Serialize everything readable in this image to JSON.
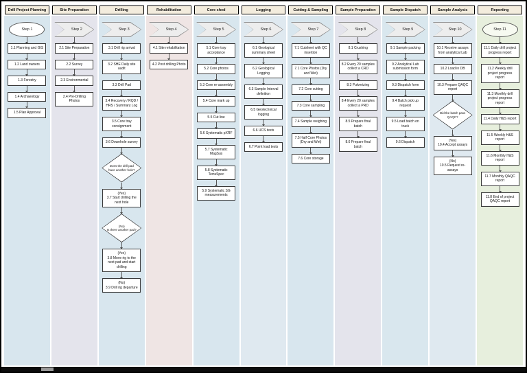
{
  "theme": {
    "frame_color": "#000000",
    "header_bg": "#f3ecdd",
    "header_border": "#000000",
    "node_bg": "#ffffff",
    "node_border": "#3a3a3a",
    "chevron_fill": "#ededed",
    "chevron_border": "#8f8f8f",
    "diamond_border": "#333333",
    "connector_color": "#555555"
  },
  "lanes": [
    {
      "title": "Drill Project Planning",
      "bg": "#d8e6ee",
      "step": {
        "label": "Step 1",
        "shape": "oval",
        "bg": "#ffffff"
      },
      "items": [
        {
          "shape": "box",
          "label": "1.1 Planning and GIS"
        },
        {
          "shape": "box",
          "label": "1.2 Land owners"
        },
        {
          "shape": "box",
          "label": "1.3 Forestry"
        },
        {
          "shape": "box",
          "label": "1.4 Archaeology"
        },
        {
          "shape": "box",
          "label": "1.5 Plan Approval"
        }
      ]
    },
    {
      "title": "Site Preparation",
      "bg": "#e4e4ec",
      "step": {
        "label": "Step 2",
        "shape": "chevron"
      },
      "items": [
        {
          "shape": "box",
          "label": "2.1 Site Preparation"
        },
        {
          "shape": "box",
          "label": "2.2 Survey"
        },
        {
          "shape": "box",
          "label": "2.3 Environmental"
        },
        {
          "shape": "box",
          "label": "2.4 Pre-Drilling Photos"
        }
      ]
    },
    {
      "title": "Drilling",
      "bg": "#d8e6ee",
      "step": {
        "label": "Step 3",
        "shape": "chevron"
      },
      "items": [
        {
          "shape": "box",
          "label": "3.1 Drill rig arrival"
        },
        {
          "shape": "box",
          "label": "3.2 SHE Daily site audit"
        },
        {
          "shape": "box",
          "label": "3.3 Drill Pad"
        },
        {
          "shape": "box",
          "label": "3.4 Recovery / RQD / HRS / Summary Log"
        },
        {
          "shape": "box",
          "label": "3.5 Core tray consignment"
        },
        {
          "shape": "box",
          "label": "3.6 Downhole survey"
        },
        {
          "shape": "diamond",
          "label": "Does the drill pad have another hole?"
        },
        {
          "shape": "box",
          "label": "(Yes)\n3.7 Start drilling the next hole"
        },
        {
          "shape": "diamond",
          "label": "(No)\nIs there another pad?"
        },
        {
          "shape": "box",
          "label": "(Yes)\n3.8 Move rig to the next pad and start drilling"
        },
        {
          "shape": "box",
          "label": "(No)\n3.9 Drill rig departure"
        }
      ]
    },
    {
      "title": "Rehabilitation",
      "bg": "#efe5e4",
      "step": {
        "label": "Step 4",
        "shape": "chevron"
      },
      "items": [
        {
          "shape": "box",
          "label": "4.1 Site rehabilitation"
        },
        {
          "shape": "box",
          "label": "4.2 Post drilling Photo"
        }
      ]
    },
    {
      "title": "Core shed",
      "bg": "#d8e6ee",
      "step": {
        "label": "Step 5",
        "shape": "chevron"
      },
      "items": [
        {
          "shape": "box",
          "label": "5.1 Core tray acceptance"
        },
        {
          "shape": "box",
          "label": "5.2 Core photos"
        },
        {
          "shape": "box",
          "label": "5.3 Core re-assembly"
        },
        {
          "shape": "box",
          "label": "5.4 Core mark up"
        },
        {
          "shape": "box",
          "label": "5.5 Cut line"
        },
        {
          "shape": "box",
          "label": "5.6 Systematic pXRF"
        },
        {
          "shape": "box",
          "label": "5.7 Systematic MagSus"
        },
        {
          "shape": "box",
          "label": "5.8 Systematic TerraSpec"
        },
        {
          "shape": "box",
          "label": "5.9 Systematic SG measurements"
        }
      ]
    },
    {
      "title": "Logging",
      "bg": "#dfe9f0",
      "step": {
        "label": "Step 6",
        "shape": "chevron"
      },
      "items": [
        {
          "shape": "box",
          "label": "6.1 Geological summary sheet"
        },
        {
          "shape": "box",
          "label": "6.2 Geological Logging"
        },
        {
          "shape": "box",
          "label": "6.3 Sample Interval definition"
        },
        {
          "shape": "box",
          "label": "6.5 Geotechnical logging"
        },
        {
          "shape": "box",
          "label": "6.6 UCS tests"
        },
        {
          "shape": "box",
          "label": "6.7 Point load tests"
        }
      ]
    },
    {
      "title": "Cutting & Sampling",
      "bg": "#d8e6ee",
      "step": {
        "label": "Step 7",
        "shape": "chevron"
      },
      "items": [
        {
          "shape": "box",
          "label": "7.1 Cutsheet with QC insertion"
        },
        {
          "shape": "box",
          "label": "7.1 Core Photos (Dry and Wet)"
        },
        {
          "shape": "box",
          "label": "7.2 Core cutting"
        },
        {
          "shape": "box",
          "label": "7.3 Core sampling"
        },
        {
          "shape": "box",
          "label": "7.4 Sample weighing"
        },
        {
          "shape": "box",
          "label": "7.5 Half Core Photos (Dry and Wet)"
        },
        {
          "shape": "box",
          "label": "7.6 Core storage"
        }
      ]
    },
    {
      "title": "Sample Preparation",
      "bg": "#e4e4ec",
      "step": {
        "label": "Step 8",
        "shape": "chevron"
      },
      "items": [
        {
          "shape": "box",
          "label": "8.1 Crushing"
        },
        {
          "shape": "box",
          "label": "8.2 Every 20 samples collect a CRD"
        },
        {
          "shape": "box",
          "label": "8.3 Pulverizing"
        },
        {
          "shape": "box",
          "label": "8.4 Every 20 samples collect a PRD"
        },
        {
          "shape": "box",
          "label": "8.5 Prepare final batch"
        },
        {
          "shape": "box",
          "label": "8.6 Prepare final batch"
        }
      ]
    },
    {
      "title": "Sample Dispatch",
      "bg": "#d9e7ee",
      "step": {
        "label": "Step 9",
        "shape": "chevron"
      },
      "items": [
        {
          "shape": "box",
          "label": "9.1 Sample packing"
        },
        {
          "shape": "box",
          "label": "9.2 Analytical Lab submission form"
        },
        {
          "shape": "box",
          "label": "9.3 Dispatch form"
        },
        {
          "shape": "box",
          "label": "9.4 Batch pick up request"
        },
        {
          "shape": "box",
          "label": "9.5 Load batch on truck"
        },
        {
          "shape": "box",
          "label": "9.6 Dispatch"
        }
      ]
    },
    {
      "title": "Sample Analysis",
      "bg": "#dfe9f0",
      "step": {
        "label": "Step 10",
        "shape": "chevron"
      },
      "items": [
        {
          "shape": "box",
          "label": "10.1 Receive assays from analytical Lab"
        },
        {
          "shape": "box",
          "label": "10.2 Load in DB"
        },
        {
          "shape": "box",
          "label": "10.3 Prepare QAQC report"
        },
        {
          "shape": "diamond",
          "label": "Did the batch pass QAQC?"
        },
        {
          "shape": "box",
          "label": "(Yes)\n10.4 Accept assays"
        },
        {
          "shape": "box",
          "label": "(No)\n10.5 Request re-assays"
        }
      ]
    },
    {
      "title": "Reporting",
      "bg": "#e7efdd",
      "step": {
        "label": "Step 11",
        "shape": "oval",
        "bg": "#f7faf1"
      },
      "items": [
        {
          "shape": "box",
          "label": "11.1 Daily drill project progress report"
        },
        {
          "shape": "box",
          "label": "11.2 Weekly drill project progress report"
        },
        {
          "shape": "box",
          "label": "11.3 Monthly drill project progress report"
        },
        {
          "shape": "box",
          "label": "11.4 Daily H&S report"
        },
        {
          "shape": "box",
          "label": "11.5 Weekly H&S report"
        },
        {
          "shape": "box",
          "label": "11.6 Monthly H&S report"
        },
        {
          "shape": "box",
          "label": "11.7 Monthly QAQC report"
        },
        {
          "shape": "box",
          "label": "11.8 End of project QAQC report"
        }
      ]
    }
  ]
}
